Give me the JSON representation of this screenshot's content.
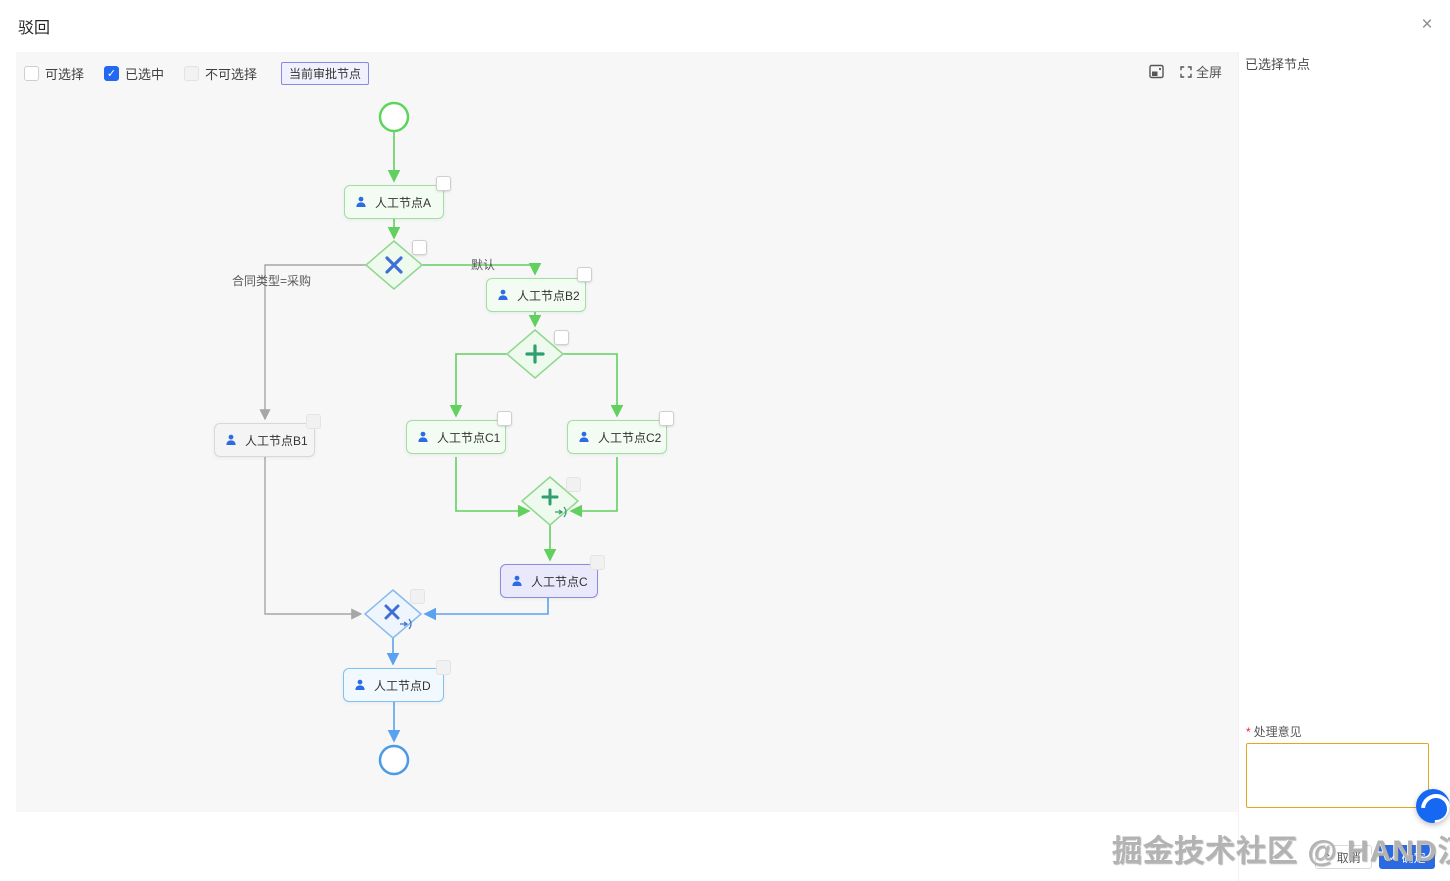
{
  "header": {
    "title": "驳回",
    "close_glyph": "×"
  },
  "legend": {
    "selectable": "可选择",
    "selected": "已选中",
    "not_selectable": "不可选择",
    "current_node_badge": "当前审批节点",
    "check_glyph": "✓"
  },
  "toolbar": {
    "fullscreen_label": "全屏"
  },
  "panel": {
    "title": "已选择节点",
    "comment_required_mark": "*",
    "comment_label": "处理意见",
    "comment_value": "",
    "cancel_label": "取消",
    "confirm_label": "确定",
    "cancel_glyph": "×",
    "confirm_glyph": "✓"
  },
  "diagram": {
    "nodes": [
      {
        "id": "A",
        "label": "人工节点A",
        "state": "selectable"
      },
      {
        "id": "B1",
        "label": "人工节点B1",
        "state": "not-selectable"
      },
      {
        "id": "B2",
        "label": "人工节点B2",
        "state": "selectable"
      },
      {
        "id": "C1",
        "label": "人工节点C1",
        "state": "selectable"
      },
      {
        "id": "C2",
        "label": "人工节点C2",
        "state": "selectable"
      },
      {
        "id": "C",
        "label": "人工节点C",
        "state": "current-approval-node"
      },
      {
        "id": "D",
        "label": "人工节点D",
        "state": "not-selectable"
      }
    ],
    "edge_labels": {
      "condition": "合同类型=采购",
      "default_branch": "默认"
    }
  },
  "watermark": "掘金技术社区 @ HAND汉得",
  "colors": {
    "flow_green": "#61d05f",
    "flow_gray": "#a6a6a6",
    "flow_blue": "#5aa2f0",
    "gateway_x_glyph": "#3e6fd6",
    "gateway_plus_glyph": "#2f9e70",
    "current_node_fill": "#e9e9fb",
    "current_node_border": "#8b8be0",
    "confirm_blue": "#2a6ae4",
    "comment_border": "#dfa81f",
    "checkbox_checked": "#2468f2"
  }
}
